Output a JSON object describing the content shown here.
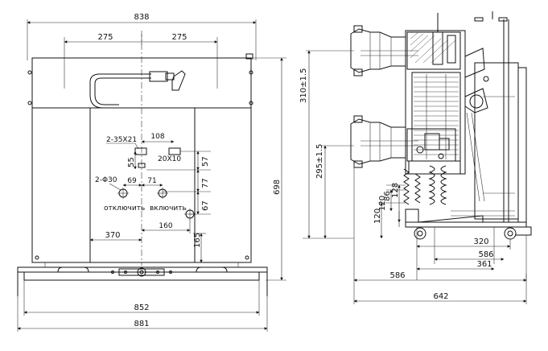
{
  "front_view": {
    "dims": {
      "overall_top": "838",
      "left_half": "275",
      "right_half": "275",
      "slot_label": "2-35X21",
      "slot_spacing": "108",
      "small_slot": "20X10",
      "v55": "55",
      "v57": "57",
      "hole_label": "2-Φ30",
      "h69": "69",
      "h71": "71",
      "v77": "77",
      "v67": "67",
      "h370": "370",
      "h160": "160",
      "v165": "165",
      "height_698": "698",
      "bottom_852": "852",
      "bottom_881": "881"
    },
    "labels": {
      "off": "отключить",
      "on": "включить"
    }
  },
  "side_view": {
    "dims": {
      "v310": "310±1.5",
      "v295": "295±1.5",
      "v120a": "120",
      "v86": "86",
      "v128": "128",
      "v120b": "120",
      "h320": "320",
      "h586a": "586",
      "h361": "361",
      "h586b": "586",
      "h642": "642"
    }
  }
}
